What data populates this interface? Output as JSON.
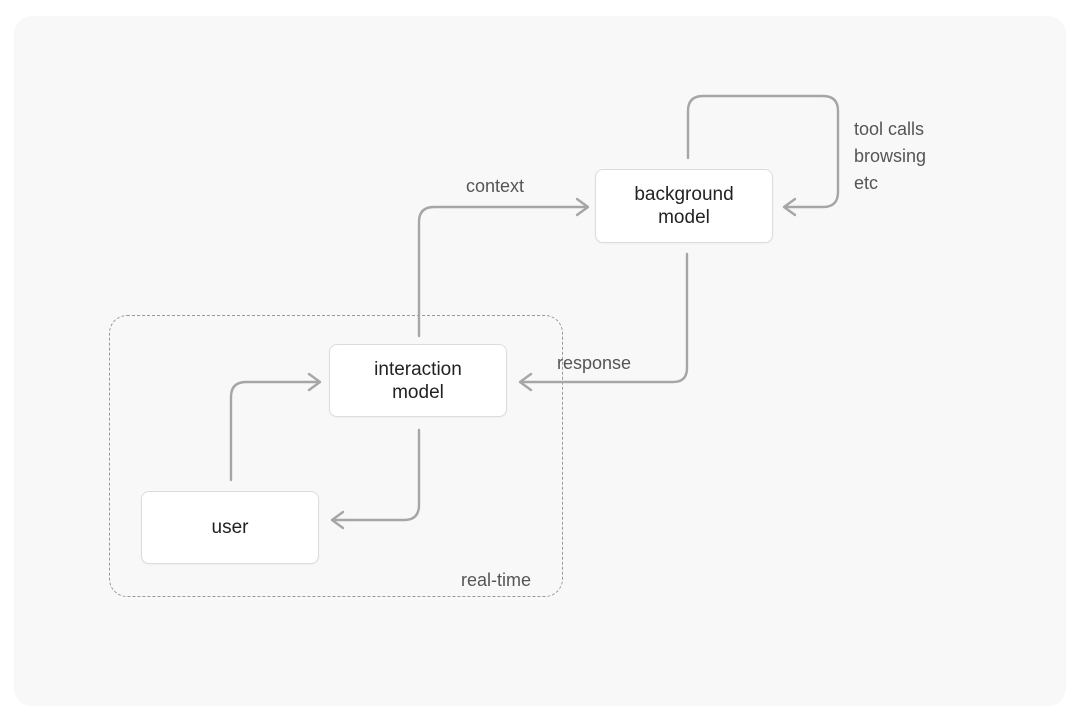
{
  "nodes": {
    "background_model": {
      "line1": "background",
      "line2": "model"
    },
    "interaction_model": {
      "line1": "interaction",
      "line2": "model"
    },
    "user": {
      "label": "user"
    }
  },
  "edge_labels": {
    "context": "context",
    "response": "response",
    "tool_line1": "tool calls",
    "tool_line2": "browsing",
    "tool_line3": "etc"
  },
  "group": {
    "label": "real-time"
  },
  "colors": {
    "edge": "#a6a6a6",
    "glow_blue": "#5aaee6",
    "glow_green": "#9fdb6a"
  }
}
